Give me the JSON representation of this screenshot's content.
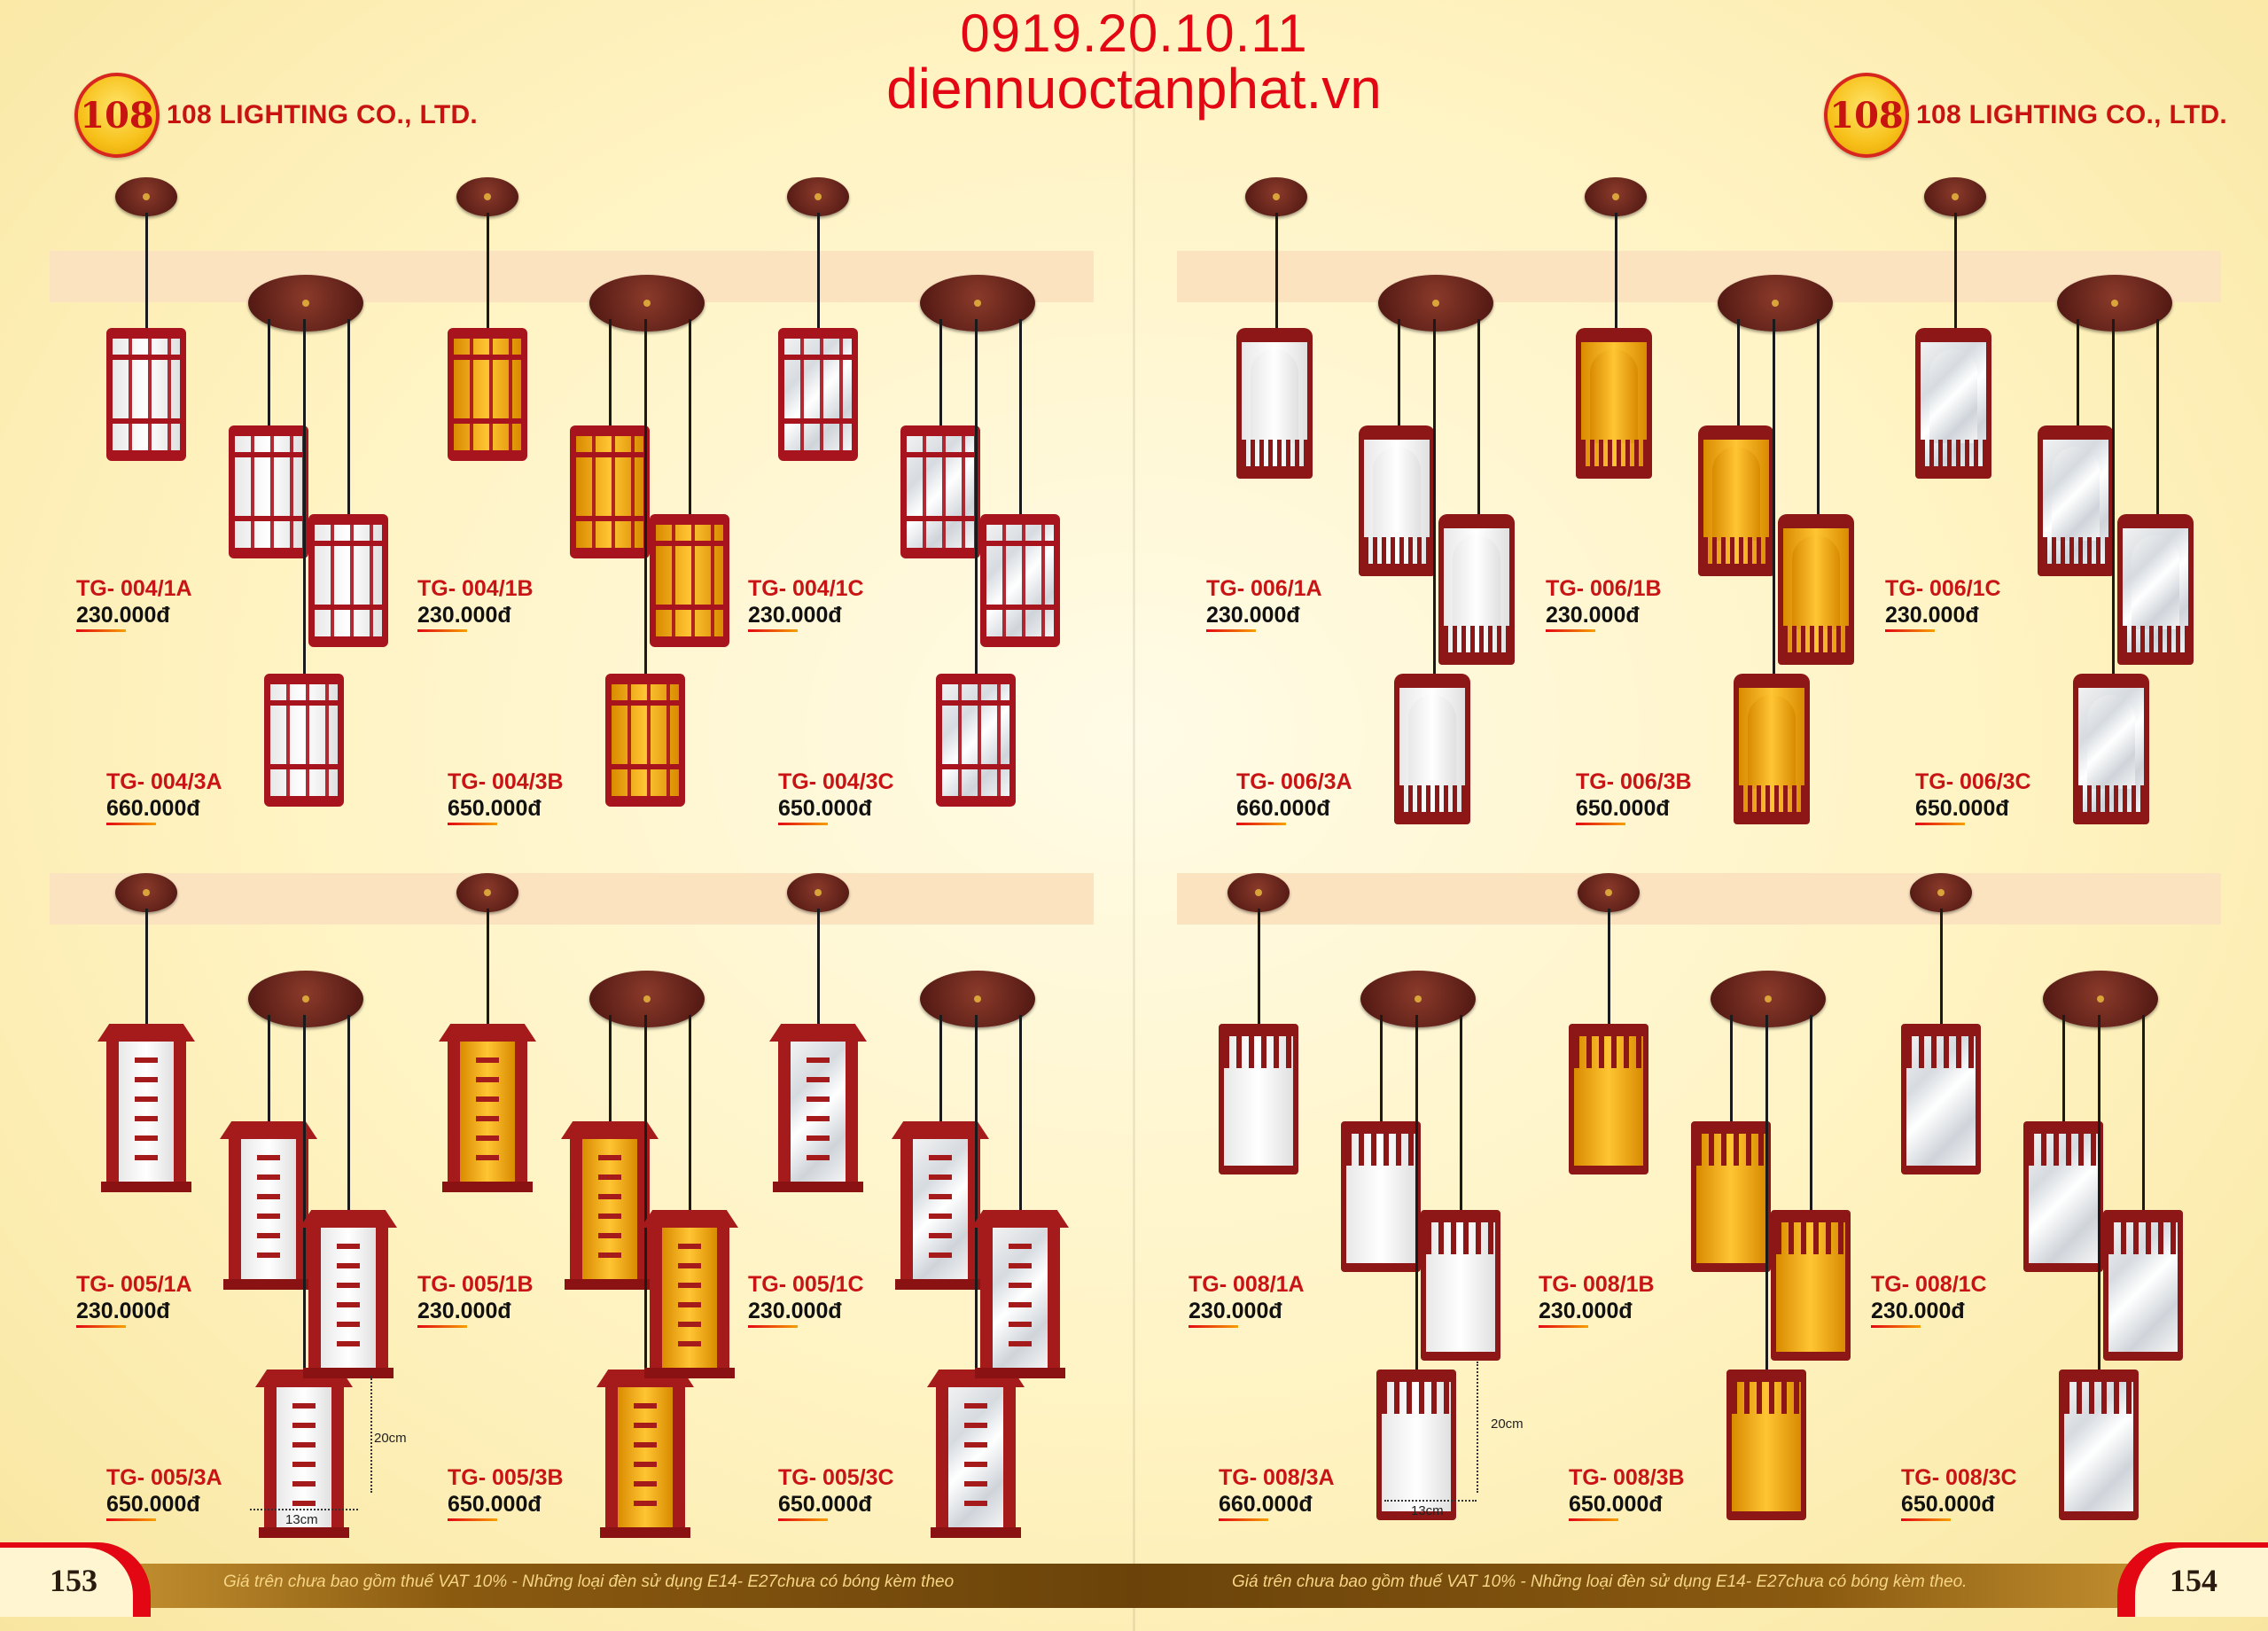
{
  "header": {
    "phone": "0919.20.10.11",
    "website": "diennuoctanphat.vn",
    "brand_logo_text": "108",
    "brand_name": "108 LIGHTING CO., LTD."
  },
  "colors": {
    "brand_red": "#c81414",
    "contact_red": "#e30613",
    "band_beige": "#fbe3c0",
    "footer_brown": "#6b430a"
  },
  "products": [
    {
      "id": "g004a",
      "finish": "white",
      "style": "cyl",
      "single": {
        "code": "TG- 004/1A",
        "price": "230.000đ"
      },
      "triple": {
        "code": "TG- 004/3A",
        "price": "660.000đ"
      }
    },
    {
      "id": "g004b",
      "finish": "amber",
      "style": "cyl",
      "single": {
        "code": "TG- 004/1B",
        "price": "230.000đ"
      },
      "triple": {
        "code": "TG- 004/3B",
        "price": "650.000đ"
      }
    },
    {
      "id": "g004c",
      "finish": "frost",
      "style": "cyl",
      "single": {
        "code": "TG- 004/1C",
        "price": "230.000đ"
      },
      "triple": {
        "code": "TG- 004/3C",
        "price": "650.000đ"
      }
    },
    {
      "id": "g005a",
      "finish": "white",
      "style": "lantern",
      "single": {
        "code": "TG- 005/1A",
        "price": "230.000đ"
      },
      "triple": {
        "code": "TG- 005/3A",
        "price": "650.000đ"
      }
    },
    {
      "id": "g005b",
      "finish": "amber",
      "style": "lantern",
      "single": {
        "code": "TG- 005/1B",
        "price": "230.000đ"
      },
      "triple": {
        "code": "TG- 005/3B",
        "price": "650.000đ"
      }
    },
    {
      "id": "g005c",
      "finish": "frost",
      "style": "lantern",
      "single": {
        "code": "TG- 005/1C",
        "price": "230.000đ"
      },
      "triple": {
        "code": "TG- 005/3C",
        "price": "650.000đ"
      }
    },
    {
      "id": "g006a",
      "finish": "white",
      "style": "arch",
      "single": {
        "code": "TG- 006/1A",
        "price": "230.000đ"
      },
      "triple": {
        "code": "TG- 006/3A",
        "price": "660.000đ"
      }
    },
    {
      "id": "g006b",
      "finish": "amber",
      "style": "arch",
      "single": {
        "code": "TG- 006/1B",
        "price": "230.000đ"
      },
      "triple": {
        "code": "TG- 006/3B",
        "price": "650.000đ"
      }
    },
    {
      "id": "g006c",
      "finish": "frost",
      "style": "arch",
      "single": {
        "code": "TG- 006/1C",
        "price": "230.000đ"
      },
      "triple": {
        "code": "TG- 006/3C",
        "price": "650.000đ"
      }
    },
    {
      "id": "g008a",
      "finish": "white",
      "style": "cyl8",
      "single": {
        "code": "TG- 008/1A",
        "price": "230.000đ"
      },
      "triple": {
        "code": "TG- 008/3A",
        "price": "660.000đ"
      }
    },
    {
      "id": "g008b",
      "finish": "amber",
      "style": "cyl8",
      "single": {
        "code": "TG- 008/1B",
        "price": "230.000đ"
      },
      "triple": {
        "code": "TG- 008/3B",
        "price": "650.000đ"
      }
    },
    {
      "id": "g008c",
      "finish": "frost",
      "style": "cyl8",
      "single": {
        "code": "TG- 008/1C",
        "price": "230.000đ"
      },
      "triple": {
        "code": "TG- 008/3C",
        "price": "650.000đ"
      }
    }
  ],
  "dimensions": {
    "g005a_height": "20cm",
    "g005a_width": "13cm",
    "g008a_height": "20cm",
    "g008a_width": "13cm"
  },
  "footer": {
    "note_left": "Giá trên chưa bao gồm thuế VAT 10% - Những loại đèn sử dụng E14- E27chưa có bóng kèm theo",
    "note_right": "Giá trên chưa bao gồm thuế VAT 10% - Những loại đèn sử dụng E14- E27chưa có bóng kèm theo.",
    "page_left": "153",
    "page_right": "154"
  }
}
